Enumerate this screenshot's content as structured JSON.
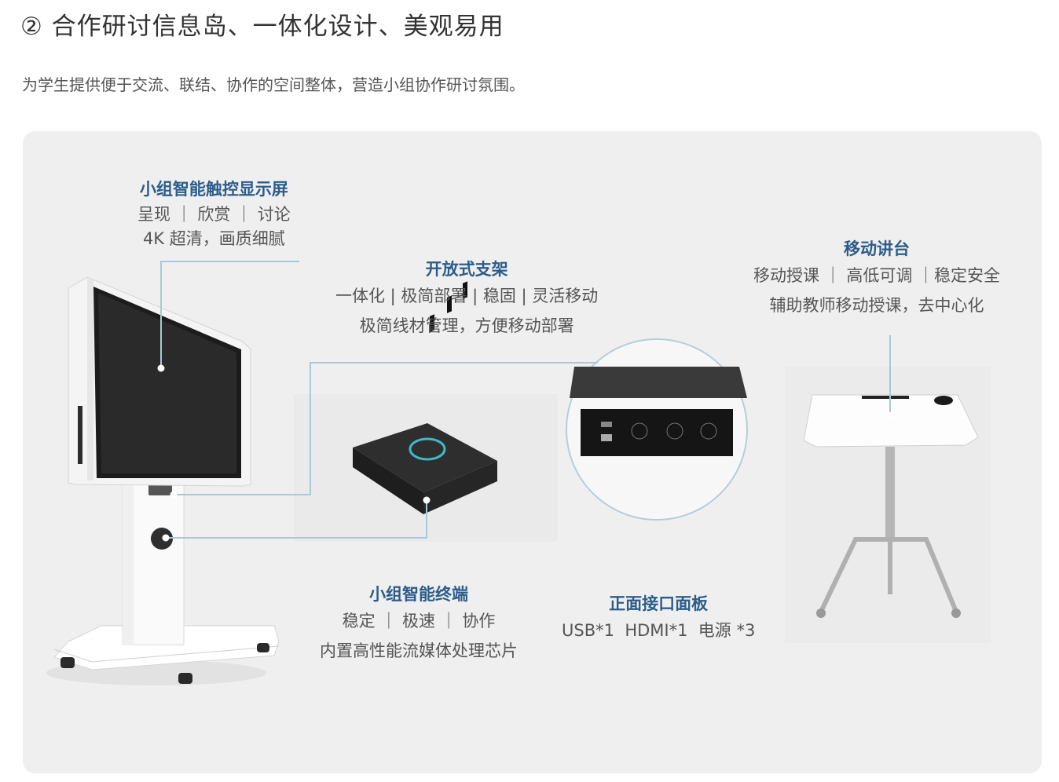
{
  "header": {
    "title": "② 合作研讨信息岛、一体化设计、美观易用",
    "subtitle": "为学生提供便于交流、联结、协作的空间整体，营造小组协作研讨氛围。"
  },
  "features": {
    "display": {
      "title": "小组智能触控显示屏",
      "line1": "呈现 ｜ 欣赏 ｜ 讨论",
      "line2": "4K 超清，画质细腻"
    },
    "stand": {
      "title": "开放式支架",
      "line1": "一体化 | 极简部署 | 稳固 | 灵活移动",
      "line2": "极简线材管理，方便移动部署"
    },
    "podium": {
      "title": "移动讲台",
      "line1": "移动授课 ｜ 高低可调 ｜稳定安全",
      "line2": "辅助教师移动授课，去中心化"
    },
    "terminal": {
      "title": "小组智能终端",
      "line1": "稳定 ｜ 极速 ｜ 协作",
      "line2": "内置高性能流媒体处理芯片"
    },
    "panel": {
      "title": "正面接口面板",
      "line1": "USB*1  HDMI*1  电源 *3"
    }
  },
  "colors": {
    "accent": "#2c5d8a",
    "line": "#a9c8d8",
    "background": "#efefef"
  }
}
